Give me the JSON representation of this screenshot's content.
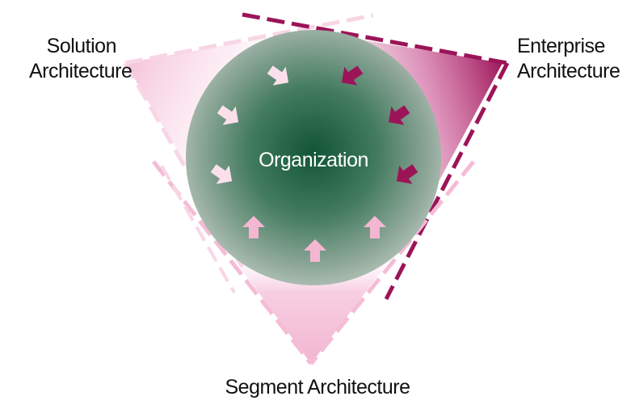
{
  "labels": {
    "solution": [
      "Solution",
      "Architecture"
    ],
    "enterprise": [
      "Enterprise",
      "Architecture"
    ],
    "segment": "Segment Architecture",
    "center": "Organization"
  },
  "colors": {
    "enterprise": "#9c1458",
    "solution": "#f7d3e3",
    "segment": "#f2b5d1",
    "center": "#0e5a38",
    "arrow_light": "#fbe0ec",
    "arrow_mid": "#f4b7d2"
  },
  "arrows": {
    "solution_side": 3,
    "enterprise_side": 3,
    "segment_side": 3
  }
}
